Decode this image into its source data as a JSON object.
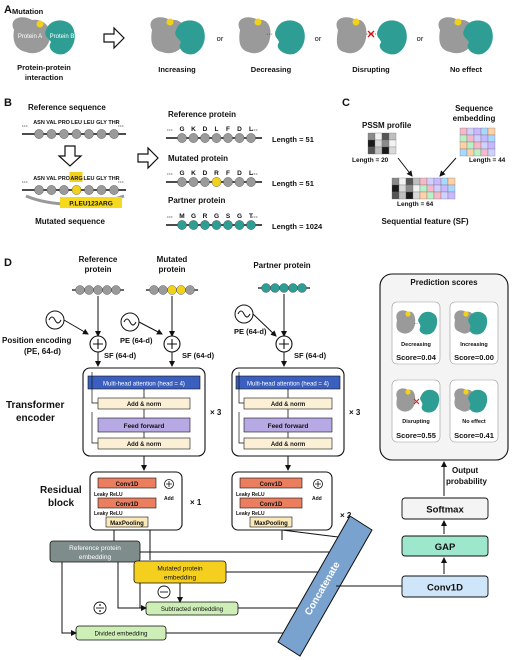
{
  "panels": {
    "a": "A",
    "b": "B",
    "c": "C",
    "d": "D"
  },
  "panel_a": {
    "mutation": "Mutation",
    "protein_a": "Protein A",
    "protein_b": "Protein B",
    "ppi_line1": "Protein-protein",
    "ppi_line2": "interaction",
    "or": "or",
    "effects": [
      "Increasing",
      "Decreasing",
      "Disrupting",
      "No effect"
    ]
  },
  "panel_b": {
    "reference_sequence": "Reference sequence",
    "ref_residues": [
      "ASN",
      "VAL",
      "PRO",
      "LEU",
      "LEU",
      "GLY",
      "THR"
    ],
    "mut_residues": [
      "ASN",
      "VAL",
      "PRO",
      "ARG",
      "LEU",
      "GLY",
      "THR"
    ],
    "mutation_label": "P.LEU123ARG",
    "mutated_sequence": "Mutated sequence",
    "reference_protein": "Reference protein",
    "mutated_protein": "Mutated protein",
    "partner_protein": "Partner protein",
    "ref_letters": [
      "G",
      "K",
      "D",
      "L",
      "F",
      "D",
      "L"
    ],
    "mut_letters": [
      "G",
      "K",
      "D",
      "R",
      "F",
      "D",
      "L"
    ],
    "partner_letters": [
      "M",
      "G",
      "R",
      "G",
      "S",
      "G",
      "T"
    ],
    "ref_length": "Length = 51",
    "mut_length": "Length = 51",
    "partner_length": "Length = 1024"
  },
  "panel_c": {
    "pssm": "PSSM profile",
    "seq_emb_1": "Sequence",
    "seq_emb_2": "embedding",
    "len20": "Length = 20",
    "len44": "Length = 44",
    "len64": "Length = 64",
    "sf": "Sequential feature (SF)"
  },
  "panel_d": {
    "ref_protein_1": "Reference",
    "ref_protein_2": "protein",
    "mut_protein_1": "Mutated",
    "mut_protein_2": "protein",
    "partner_protein": "Partner protein",
    "pe_long_1": "Position encoding",
    "pe_long_2": "(PE, 64-d)",
    "pe_short": "PE (64-d)",
    "sf": "SF (64-d)",
    "transformer_1": "Transformer",
    "transformer_2": "encoder",
    "mha": "Multi-head attention (head = 4)",
    "add_norm": "Add & norm",
    "feed_forward": "Feed forward",
    "x3": "× 3",
    "residual_1": "Residual",
    "residual_2": "block",
    "conv1d_block": "Conv1D",
    "leaky_relu": "Leaky ReLU",
    "add": "Add",
    "maxpooling": "MaxPooling",
    "x1": "× 1",
    "x2": "× 2",
    "ref_emb_1": "Reference protein",
    "ref_emb_2": "embedding",
    "mut_emb_1": "Mutated protein",
    "mut_emb_2": "embedding",
    "sub_emb": "Subtracted embedding",
    "div_emb": "Divided embedding",
    "concatenate": "Concatenate",
    "prediction_scores": "Prediction scores",
    "score_labels": [
      "Decreasing",
      "Increasing",
      "Disrupting",
      "No effect"
    ],
    "scores": [
      "Score=0.04",
      "Score=0.00",
      "Score=0.55",
      "Score=0.41"
    ],
    "output_1": "Output",
    "output_2": "probability",
    "softmax": "Softmax",
    "gap": "GAP",
    "conv1d_final": "Conv1D"
  },
  "colors": {
    "protein_gray": "#9a9a9a",
    "protein_teal": "#2e9e94",
    "mutation_yellow": "#f2d11b",
    "mha_blue": "#3a5fbf",
    "add_norm": "#fbf0d6",
    "feed_forward": "#b7a9e3",
    "conv_orange": "#ea7e5f",
    "maxpool": "#fbe9b8",
    "ref_emb": "#7f8c8c",
    "mut_emb": "#f5cf1e",
    "diff_emb": "#cdeeb6",
    "concat_blue": "#7aa2cf",
    "gap": "#9de8cc",
    "conv_final": "#cfe6fa"
  }
}
